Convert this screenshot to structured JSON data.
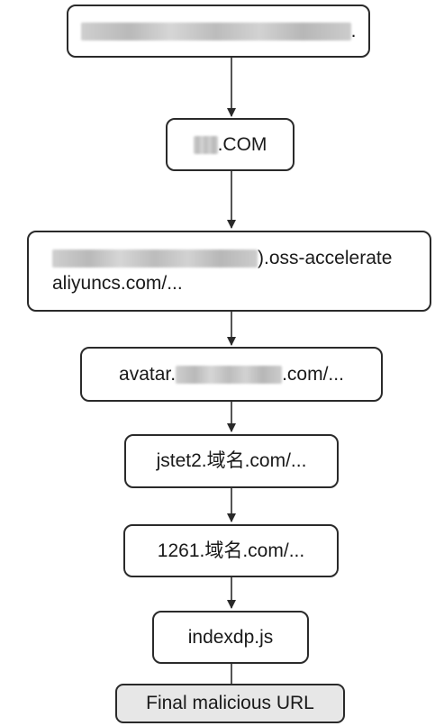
{
  "diagram": {
    "nodes": [
      {
        "id": "n1",
        "text_suffix": "."
      },
      {
        "id": "n2",
        "text_suffix": ".COM"
      },
      {
        "id": "n3",
        "line1_suffix": ").oss-accelerate",
        "line2": "aliyuncs.com/..."
      },
      {
        "id": "n4",
        "text_prefix": "avatar.",
        "text_suffix": ".com/..."
      },
      {
        "id": "n5",
        "text": "jstet2.域名.com/..."
      },
      {
        "id": "n6",
        "text": "1261.域名.com/..."
      },
      {
        "id": "n7",
        "text": "indexdp.js"
      },
      {
        "id": "n8",
        "text": "Final malicious URL"
      }
    ],
    "colors": {
      "border": "#2a2a2a",
      "final_fill": "#e7e7e7",
      "arrow": "#2a2a2a"
    },
    "redacted_note": "blurred segments"
  }
}
